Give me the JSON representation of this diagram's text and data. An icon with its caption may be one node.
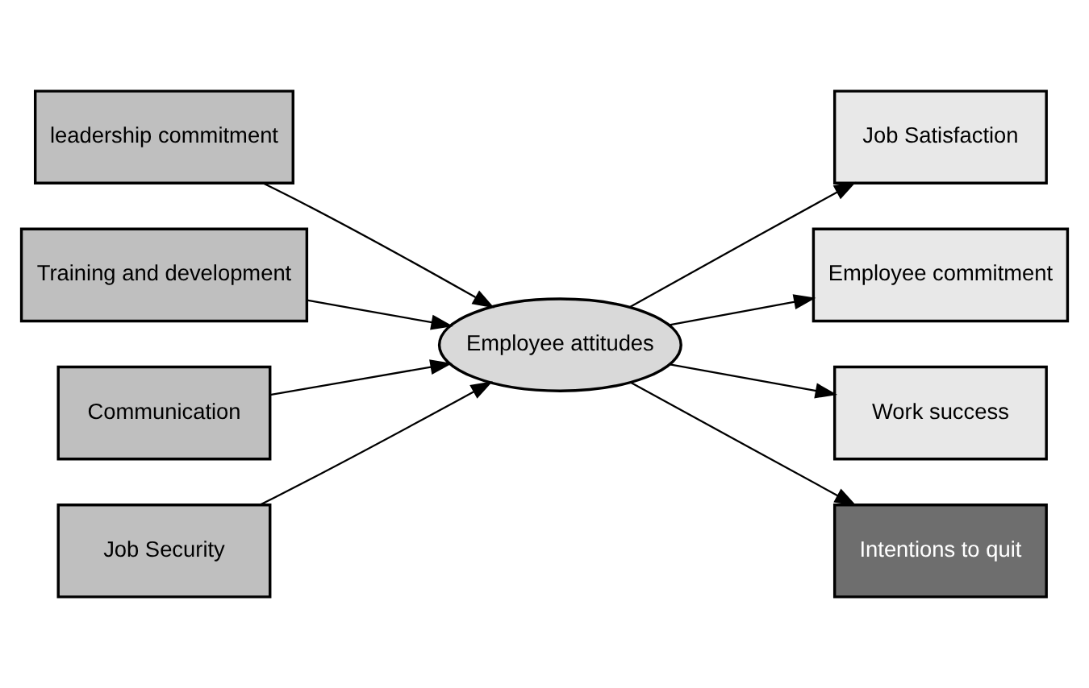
{
  "diagram": {
    "nodes": [
      {
        "text": [
          "leadership commitment"
        ]
      },
      {
        "text": [
          "Job Satisfaction"
        ]
      },
      {
        "text": [
          "Employee commitment"
        ]
      },
      {
        "text": [
          "Work success"
        ]
      },
      {
        "text": [
          "Training and development"
        ]
      },
      {
        "text": [
          "Employee attitudes"
        ]
      },
      {
        "text": [
          "Intentions to quit"
        ]
      },
      {
        "text": [
          "Communication"
        ]
      },
      {
        "text": [
          "Job Security"
        ]
      }
    ],
    "edges": [
      {
        "from": 0,
        "to": 5,
        "arrow": "to"
      },
      {
        "from": 4,
        "to": 5,
        "arrow": "to"
      },
      {
        "from": 7,
        "to": 5,
        "arrow": "to"
      },
      {
        "from": 8,
        "to": 5,
        "arrow": "to"
      },
      {
        "from": 5,
        "to": 1,
        "arrow": "to"
      },
      {
        "from": 5,
        "to": 2,
        "arrow": "to"
      },
      {
        "from": 5,
        "to": 3,
        "arrow": "to"
      },
      {
        "from": 5,
        "to": 6,
        "arrow": "to"
      }
    ]
  }
}
